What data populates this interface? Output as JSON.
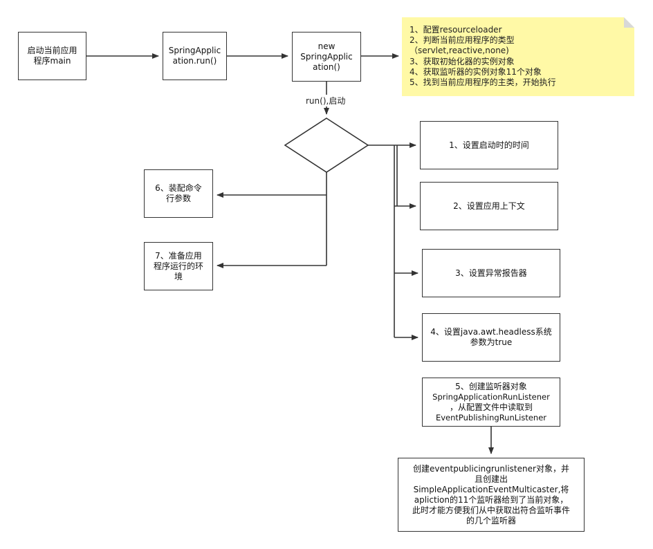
{
  "nodes": {
    "start": "启动当前应用程序main",
    "run": "SpringApplication.run()",
    "new_app": [
      "new",
      "SpringApplication()"
    ],
    "step1": "1、设置启动时的时间",
    "step2": "2、设置应用上下文",
    "step3": "3、设置异常报告器",
    "step4": [
      "4、设置java.awt.headless系统",
      "参数为true"
    ],
    "step5": [
      "5、创建监听器对象",
      "SpringApplicationRunListener",
      "，从配置文件中读取到",
      "EventPublishingRunListener"
    ],
    "step6": "6、装配命令行参数",
    "step7": "7、准备应用程序运行的环境",
    "final": [
      "创建eventpublicingrunlistener对象，并",
      "且创建出",
      "SimpleApplicationEventMulticaster,将",
      "apliction的11个监听器给到了当前对象，",
      "此时才能方便我们从中获取出符合监听事件",
      "的几个监听器"
    ]
  },
  "note": {
    "lines": [
      "1、配置resourceloader",
      "2、判断当前应用程序的类型",
      "（servlet,reactive,none)",
      "3、获取初始化器的实例对象",
      "4、获取监听器的实例对象11个对象",
      "5、找到当前应用程序的主类，开始执行"
    ]
  },
  "edge_label": "run(),启动",
  "colors": {
    "note_fill": "#fff9a6",
    "note_fold": "#d8d8d8",
    "stroke": "#333333"
  }
}
